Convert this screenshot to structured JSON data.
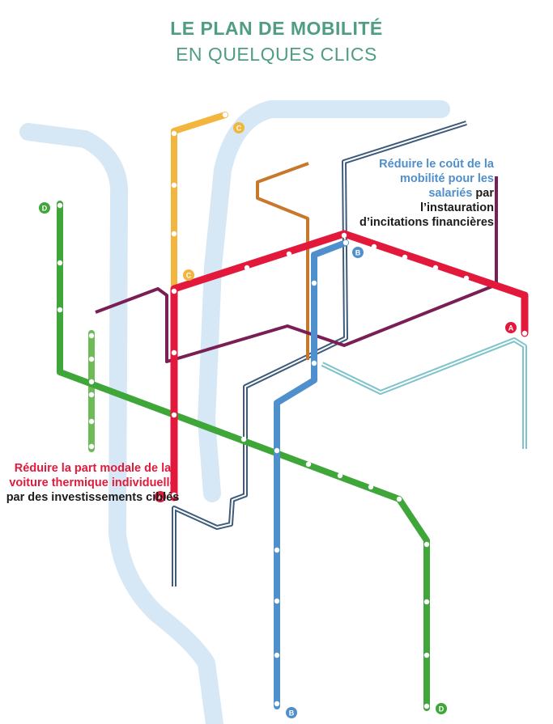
{
  "title": {
    "line1": "LE PLAN DE MOBILITÉ",
    "line2": "EN QUELQUES CLICS"
  },
  "captions": {
    "cost": {
      "highlight": "Réduire le coût de la mobilité pour les salariés",
      "rest": "par l’instauration d’incitations financières"
    },
    "modal": {
      "highlight": "Réduire la part modale de la voiture thermique individuelle",
      "rest": "par des investissements ciblés"
    }
  },
  "lines": {
    "A": {
      "label": "A",
      "color": "#e3193c"
    },
    "B": {
      "label": "B",
      "color": "#4f8fcb"
    },
    "C": {
      "label": "C",
      "color": "#f2b53d"
    },
    "D": {
      "label": "D",
      "color": "#3fa63a"
    }
  },
  "colors": {
    "river": "#d6e8f5",
    "purple_line": "#7a1f55",
    "orange_line": "#c8782c",
    "navy_line": "#3e5c7a",
    "teal_line": "#7fc4cb",
    "light_green_line": "#6dbb57"
  }
}
